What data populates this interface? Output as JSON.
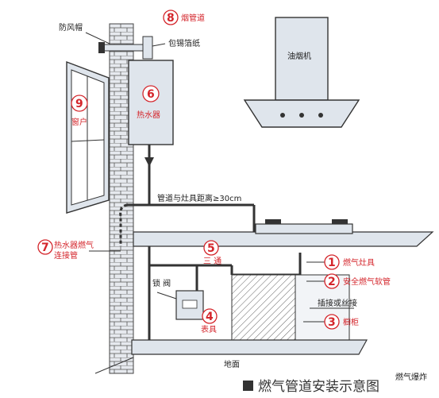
{
  "labels": {
    "windcap": "防风帽",
    "foil": "包锡箔纸",
    "heater_conn": "热水器燃气",
    "heater_conn2": "连接管",
    "valve": "锁 阀",
    "distance": "管道与灶具距离≥30cm",
    "range_hood": "油烟机",
    "ground": "地面",
    "plug": "插接或丝接"
  },
  "callouts": [
    {
      "num": "1",
      "text": "燃气灶具"
    },
    {
      "num": "2",
      "text": "安全燃气软管"
    },
    {
      "num": "3",
      "text": "橱柜"
    },
    {
      "num": "4",
      "text": "表具"
    },
    {
      "num": "5",
      "text": "三 通"
    },
    {
      "num": "6",
      "text": "热水器"
    },
    {
      "num": "7",
      "text": ""
    },
    {
      "num": "8",
      "text": "烟管道"
    },
    {
      "num": "9",
      "text": "窗户"
    }
  ],
  "caption": "燃气管道安装示意图",
  "watermark": "燃气爆炸",
  "colors": {
    "accent": "#d4252b",
    "line": "#333333",
    "fill": "#dfe5ec"
  }
}
